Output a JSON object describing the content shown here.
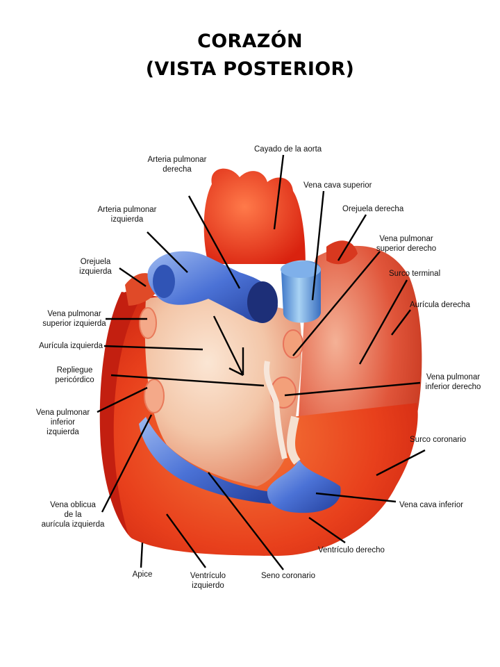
{
  "title": {
    "line1": "CORAZÓN",
    "line2": "(VISTA POSTERIOR)"
  },
  "colors": {
    "ventricle": "#e8401c",
    "atrium_light": "#f3c6a8",
    "vein_blue": "#3d63c9",
    "artery_red": "#e83a1e",
    "leader_line": "#000000"
  },
  "labels": {
    "cayado_aorta": "Cayado de la aorta",
    "arteria_pulmonar_derecha": "Arteria pulmonar\nderecha",
    "vena_cava_superior": "Vena cava superior",
    "orejuela_derecha": "Orejuela derecha",
    "arteria_pulmonar_izquierda": "Arteria pulmonar\nizquierda",
    "vena_pulmonar_superior_derecho": "Vena pulmonar\nsuperior derecho",
    "orejuela_izquierda": "Orejuela\nizquierda",
    "surco_terminal": "Surco terminal",
    "auricula_derecha": "Aurícula derecha",
    "vena_pulmonar_superior_izquierda": "Vena pulmonar\nsuperior izquierda",
    "auricula_izquierda": "Aurícula izquierda",
    "repliegue_pericardico": "Repliegue\npericórdico",
    "vena_pulmonar_inferior_derecho": "Vena pulmonar\ninferior derecho",
    "vena_pulmonar_inferior_izquierda": "Vena pulmonar\ninferior\nizquierda",
    "surco_coronario": "Surco coronario",
    "vena_oblicua": "Vena oblicua\nde la\naurícula izquierda",
    "vena_cava_inferior": "Vena cava inferior",
    "ventriculo_derecho": "Ventrículo derecho",
    "apice": "Apice",
    "ventriculo_izquierdo": "Ventrículo\nizquierdo",
    "seno_coronario": "Seno coronario"
  }
}
